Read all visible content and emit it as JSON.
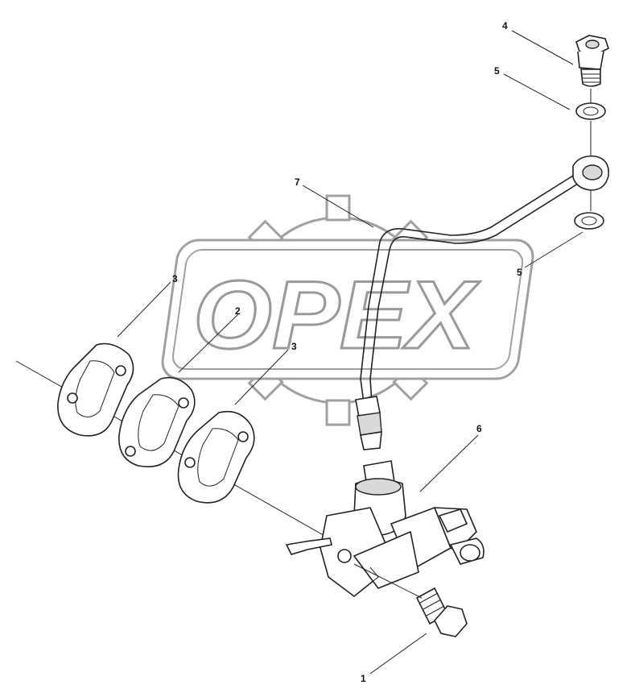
{
  "watermark": {
    "text": "OPEX"
  },
  "callouts": [
    {
      "id": "1",
      "label": "1"
    },
    {
      "id": "2",
      "label": "2"
    },
    {
      "id": "3a",
      "label": "3"
    },
    {
      "id": "3b",
      "label": "3"
    },
    {
      "id": "4",
      "label": "4"
    },
    {
      "id": "5a",
      "label": "5"
    },
    {
      "id": "5b",
      "label": "5"
    },
    {
      "id": "6",
      "label": "6"
    },
    {
      "id": "7",
      "label": "7"
    }
  ],
  "colors": {
    "line": "#222222",
    "watermark_outline": "#9a9a9a",
    "background": "#ffffff"
  }
}
